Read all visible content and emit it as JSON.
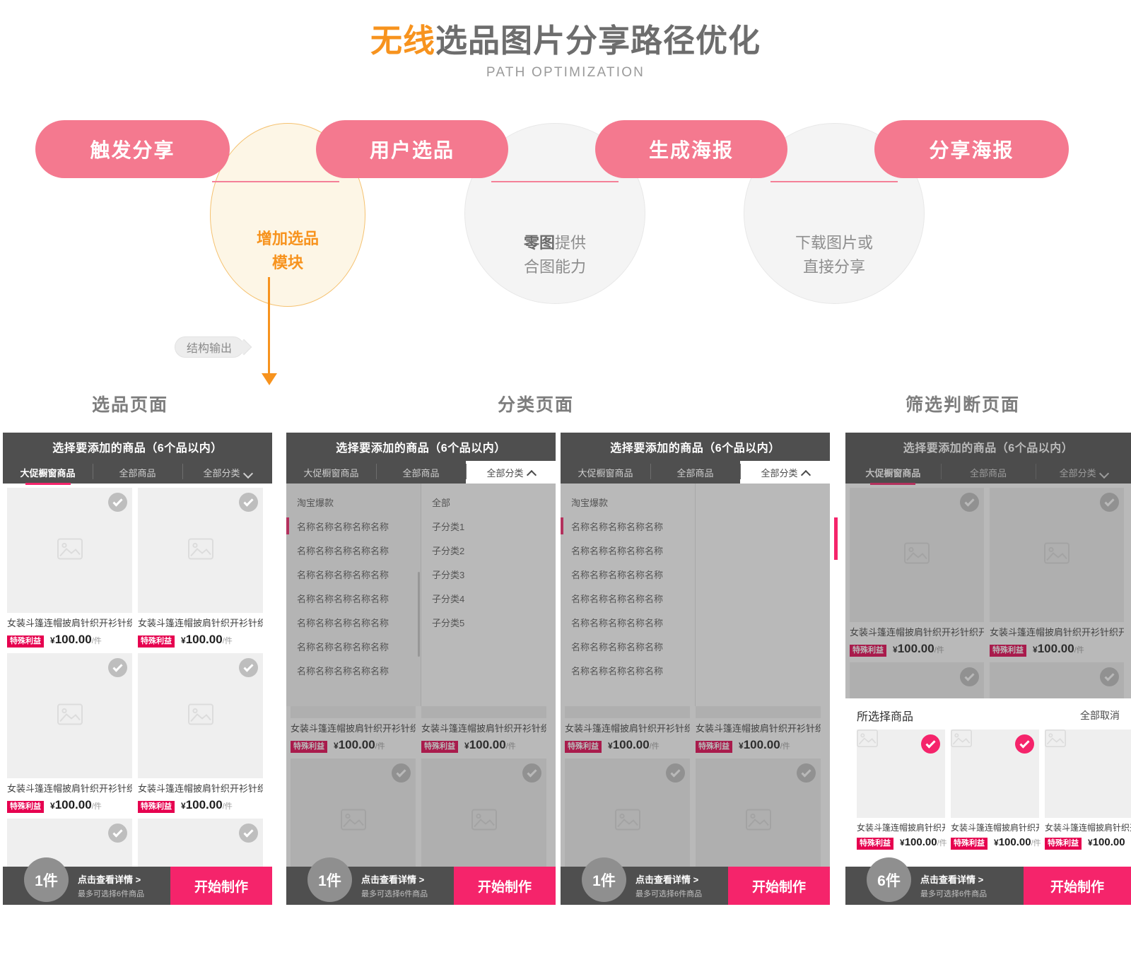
{
  "header": {
    "title_highlight": "无线",
    "title_rest": "选品图片分享路径优化",
    "subtitle": "PATH OPTIMIZATION"
  },
  "flow": {
    "steps": [
      {
        "label": "触发分享"
      },
      {
        "label": "用户选品"
      },
      {
        "label": "生成海报"
      },
      {
        "label": "分享海报"
      }
    ],
    "circles": [
      {
        "strong": "增加选品",
        "rest": "模块",
        "kind": "orange"
      },
      {
        "strong": "零图",
        "rest": "提供",
        "line2": "合图能力",
        "kind": "gray"
      },
      {
        "strong": "",
        "rest": "下载图片或",
        "line2": "直接分享",
        "kind": "gray"
      }
    ],
    "output_tag": "结构输出"
  },
  "sections": [
    {
      "title": "选品页面"
    },
    {
      "title": "分类页面"
    },
    {
      "title": "筛选判断页面"
    }
  ],
  "panel_common": {
    "head_title": "选择要添加的商品（6个品以内）",
    "tabs": [
      {
        "label": "大促橱窗商品"
      },
      {
        "label": "全部商品"
      },
      {
        "label": "全部分类"
      }
    ],
    "product": {
      "name": "女装斗篷连帽披肩针织开衫针织开",
      "name_short": "女装斗篷连帽披肩针织开衫",
      "badge": "特殊利益",
      "currency": "¥",
      "price": "100.00",
      "unit": "/件"
    },
    "bottom": {
      "detail_link": "点击查看详情 >",
      "limit_text": "最多可选择6件商品",
      "button": "开始制作"
    }
  },
  "panel1": {
    "count": "1件"
  },
  "panel2": {
    "count": "1件",
    "left_list": [
      "淘宝爆款",
      "名称名称名称名称名称",
      "名称名称名称名称名称",
      "名称名称名称名称名称",
      "名称名称名称名称名称",
      "名称名称名称名称名称",
      "名称名称名称名称名称",
      "名称名称名称名称名称"
    ],
    "right_list": [
      "全部",
      "子分类1",
      "子分类2",
      "子分类3",
      "子分类4",
      "子分类5"
    ]
  },
  "panel3": {
    "count": "1件",
    "left_list": [
      "淘宝爆款",
      "名称名称名称名称名称",
      "名称名称名称名称名称",
      "名称名称名称名称名称",
      "名称名称名称名称名称",
      "名称名称名称名称名称",
      "名称名称名称名称名称",
      "名称名称名称名称名称"
    ],
    "right_list": []
  },
  "panel4": {
    "count": "6件",
    "selected_title": "所选择商品",
    "cancel_all": "全部取消"
  },
  "colors": {
    "accent_pink": "#f5246b",
    "pill_pink": "#f4798f",
    "orange": "#f7931e",
    "panel_dark": "#4f4f4f",
    "badge_red": "#e6004f"
  }
}
